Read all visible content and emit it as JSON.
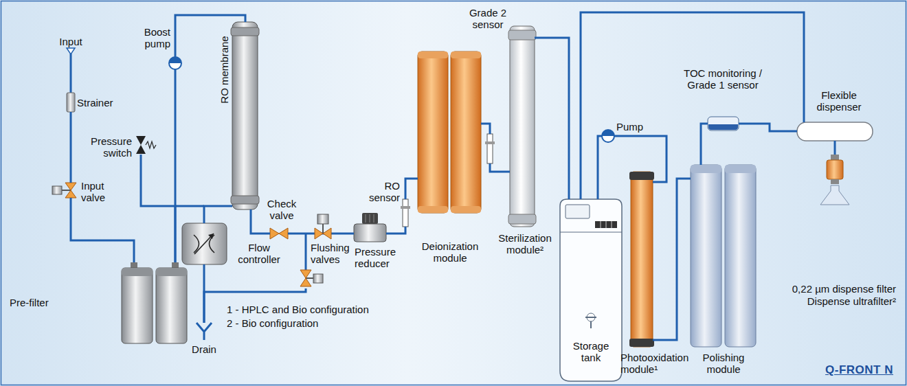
{
  "diagram": {
    "nodes": [
      {
        "text": [
          "Strainer"
        ]
      },
      {
        "text": [
          "Pressure switch"
        ]
      },
      {
        "text": [
          "Input valve"
        ]
      },
      {
        "text": [
          "Pre-filter"
        ]
      },
      {
        "text": [
          "Boost pump"
        ]
      },
      {
        "text": [
          "RO membrane"
        ]
      },
      {
        "text": [
          "Check valve"
        ]
      },
      {
        "text": [
          "Flow controller"
        ]
      },
      {
        "text": [
          "Flushing valves"
        ]
      },
      {
        "text": [
          "Drain"
        ]
      },
      {
        "text": [
          "Pressure reducer"
        ]
      },
      {
        "text": [
          "RO sensor"
        ]
      },
      {
        "text": [
          "Deionization module"
        ]
      },
      {
        "text": [
          "Grade 2 sensor"
        ]
      },
      {
        "text": [
          "Sterilization module²"
        ]
      },
      {
        "text": [
          "Storage tank"
        ]
      },
      {
        "text": [
          "Pump"
        ]
      },
      {
        "text": [
          "Photooxidation module¹"
        ]
      },
      {
        "text": [
          "TOC monitoring / Grade 1 sensor"
        ]
      },
      {
        "text": [
          "Polishing module"
        ]
      },
      {
        "text": [
          "Flexible dispenser"
        ]
      },
      {
        "text": [
          "0,22 µm dispense filter",
          "Dispense ultrafilter²"
        ]
      }
    ],
    "edges": [
      {
        "from": 0,
        "to": 2,
        "arrow": "none"
      },
      {
        "from": 2,
        "to": 3,
        "arrow": "none"
      },
      {
        "from": 3,
        "to": 4,
        "arrow": "none"
      },
      {
        "from": 3,
        "to": 1,
        "arrow": "none"
      },
      {
        "from": 4,
        "to": 5,
        "arrow": "none"
      },
      {
        "from": 5,
        "to": 6,
        "arrow": "none"
      },
      {
        "from": 5,
        "to": 7,
        "arrow": "none"
      },
      {
        "from": 7,
        "to": 9,
        "arrow": "none"
      },
      {
        "from": 6,
        "to": 8,
        "arrow": "none"
      },
      {
        "from": 8,
        "to": 9,
        "arrow": "none"
      },
      {
        "from": 8,
        "to": 10,
        "arrow": "none"
      },
      {
        "from": 10,
        "to": 11,
        "arrow": "none"
      },
      {
        "from": 11,
        "to": 12,
        "arrow": "none"
      },
      {
        "from": 12,
        "to": 13,
        "arrow": "none"
      },
      {
        "from": 13,
        "to": 14,
        "arrow": "none"
      },
      {
        "from": 14,
        "to": 15,
        "arrow": "none"
      },
      {
        "from": 15,
        "to": 16,
        "arrow": "none"
      },
      {
        "from": 16,
        "to": 17,
        "arrow": "none"
      },
      {
        "from": 17,
        "to": 19,
        "arrow": "none"
      },
      {
        "from": 19,
        "to": 18,
        "arrow": "none"
      },
      {
        "from": 18,
        "to": 20,
        "arrow": "none"
      },
      {
        "from": 20,
        "to": 15,
        "arrow": "none"
      },
      {
        "from": 20,
        "to": 21,
        "arrow": "none"
      }
    ],
    "labels": [
      "Input",
      "1 - HPLC and Bio configuration",
      "2 - Bio configuration",
      "Q-FRONT N"
    ]
  }
}
